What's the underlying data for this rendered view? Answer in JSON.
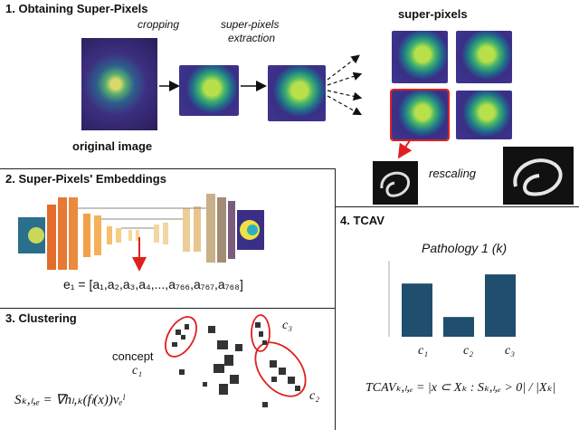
{
  "sections": {
    "s1": {
      "title": "1. Obtaining Super-Pixels",
      "cropping": "cropping",
      "extraction_l1": "super-pixels",
      "extraction_l2": "extraction",
      "superpixels_label": "super-pixels",
      "original_image": "original image",
      "rescaling": "rescaling"
    },
    "s2": {
      "title": "2. Super-Pixels' Embeddings",
      "embedding": "e₁ = [a₁,a₂,a₃,a₄,...,a₇₆₆,a₇₆₇,a₇₆₈]"
    },
    "s3": {
      "title": "3. Clustering",
      "concept_l1": "concept",
      "c1": "c₁",
      "c2": "c₂",
      "c3": "c₃",
      "formula": "Sₖ,ₗ,ₑ = ∇hₗ,ₖ(fₗ(x))vₑˡ"
    },
    "s4": {
      "title": "4. TCAV",
      "formula": "TCAVₖ,ₗ,ₑ = |x ⊂ Xₖ : Sₖ,ₗ,ₑ > 0| / |Xₖ|"
    }
  },
  "colors": {
    "bar": "#1f4e6e",
    "highlight_red": "#e02020",
    "arrow_red": "#e02020"
  },
  "chart_data": {
    "type": "bar",
    "title": "Pathology 1 (k)",
    "categories": [
      "c₁",
      "c₂",
      "c₃"
    ],
    "values": [
      0.7,
      0.26,
      0.82
    ],
    "ylim": [
      0,
      1
    ]
  }
}
